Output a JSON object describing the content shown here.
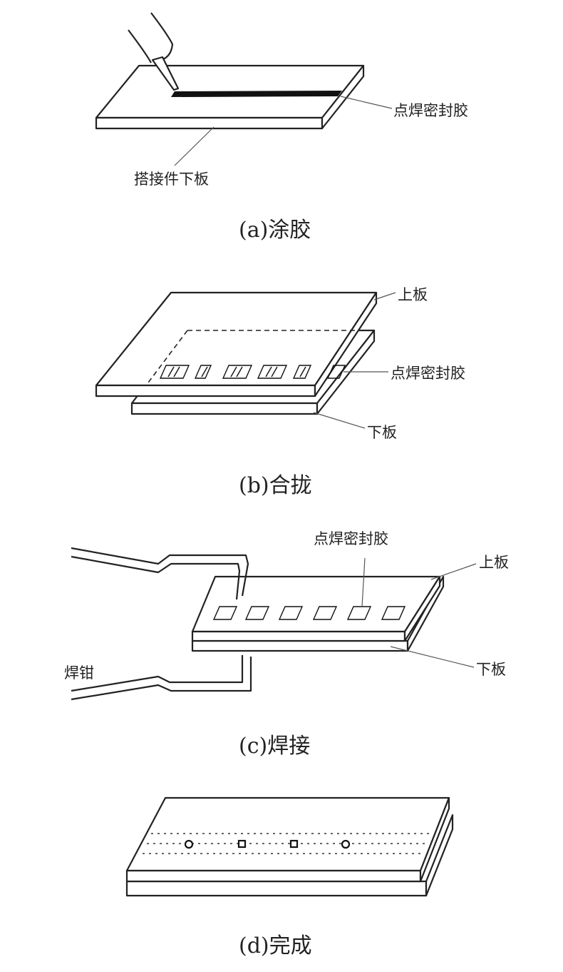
{
  "panels": {
    "a": {
      "caption": "(a)涂胶",
      "label_glue": "点焊密封胶",
      "label_lower": "搭接件下板"
    },
    "b": {
      "caption": "(b)合拢",
      "label_upper": "上板",
      "label_glue": "点焊密封胶",
      "label_lower": "下板"
    },
    "c": {
      "caption": "(c)焊接",
      "label_glue": "点焊密封胶",
      "label_upper": "上板",
      "label_tongs": "焊钳",
      "label_lower": "下板"
    },
    "d": {
      "caption": "(d)完成"
    }
  }
}
